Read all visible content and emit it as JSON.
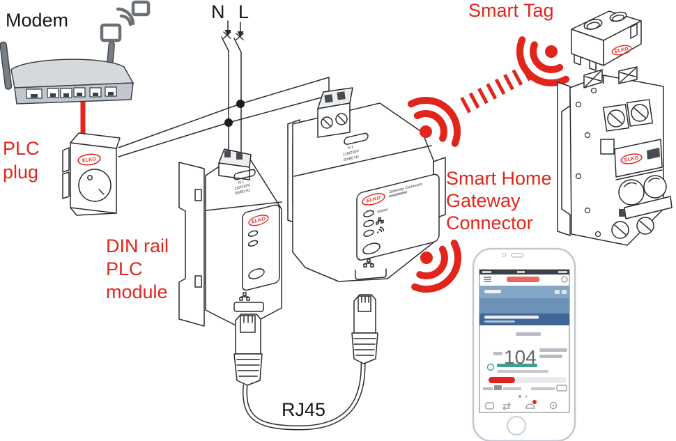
{
  "colors": {
    "accent_red": "#e1251c",
    "line_art": "#2b2b2b",
    "device_gray": "#c9ced5"
  },
  "labels": {
    "modem": "Modem",
    "plc_plug": [
      "PLC",
      "plug"
    ],
    "din_module": [
      "DIN rail",
      "PLC",
      "module"
    ],
    "smart_tag": "Smart Tag",
    "gateway": [
      "Smart Home",
      "Gateway",
      "Connector"
    ],
    "rj45": "RJ45"
  },
  "circuit": {
    "neutral": "N",
    "line": "L"
  },
  "devices": {
    "brand": "ELKO",
    "rating": {
      "terminals": "N   L",
      "voltage": "110/230V",
      "frequency": "50/60 Hz"
    },
    "gateway_panel": {
      "title": "Gateway Connector",
      "status_led": "Status"
    }
  },
  "phone": {
    "reading": "104"
  }
}
